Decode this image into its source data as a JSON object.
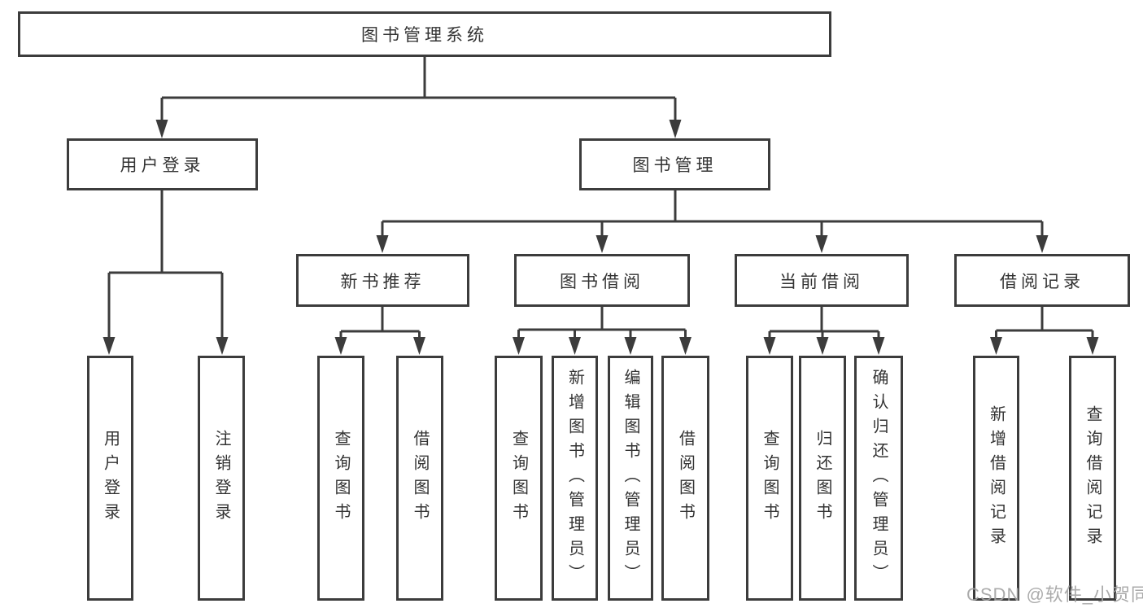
{
  "colors": {
    "line": "#3c3c3c",
    "text": "#333333",
    "background": "#ffffff",
    "watermark": "#a3a3a3"
  },
  "tree": {
    "root": "图书管理系统",
    "branches": [
      {
        "label": "用户登录",
        "children": [
          "用户登录",
          "注销登录"
        ]
      },
      {
        "label": "图书管理",
        "children": [
          {
            "label": "新书推荐",
            "children": [
              "查询图书",
              "借阅图书"
            ]
          },
          {
            "label": "图书借阅",
            "children": [
              "查询图书",
              "新增图书（管理员）",
              "编辑图书（管理员）",
              "借阅图书"
            ]
          },
          {
            "label": "当前借阅",
            "children": [
              "查询图书",
              "归还图书",
              "确认归还（管理员）"
            ]
          },
          {
            "label": "借阅记录",
            "children": [
              "新增借阅记录",
              "查询借阅记录"
            ]
          }
        ]
      }
    ]
  },
  "watermark": "CSDN @软件_小贺同学"
}
